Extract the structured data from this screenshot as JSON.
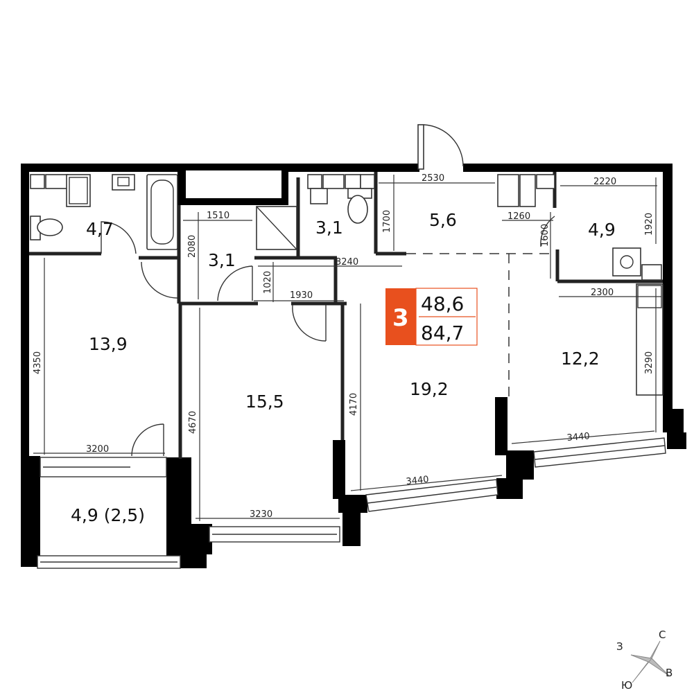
{
  "badge": {
    "rooms": "3",
    "living_area": "48,6",
    "total_area": "84,7",
    "accent_color": "#e8501e"
  },
  "rooms": {
    "bath_left": "4,7",
    "bath_mid": "3,1",
    "hall_small": "3,1",
    "hall_entry": "5,6",
    "bath_right": "4,9",
    "bedroom_left": "13,9",
    "bedroom_mid": "15,5",
    "living": "19,2",
    "kitchen": "12,2",
    "balcony": "4,9 (2,5)"
  },
  "dimensions": {
    "d1510": "1510",
    "d2080": "2080",
    "d3240": "3240",
    "d1020": "1020",
    "d1930": "1930",
    "d2530": "2530",
    "d1700": "1700",
    "d1260": "1260",
    "d1600": "1600",
    "d2220": "2220",
    "d1920": "1920",
    "d2300": "2300",
    "d3290": "3290",
    "d4350": "4350",
    "d3200": "3200",
    "d4670": "4670",
    "d3230": "3230",
    "d4170": "4170",
    "d3440a": "3440",
    "d3440b": "3440"
  },
  "compass": {
    "north": "С",
    "west": "З",
    "east": "В",
    "south": "Ю"
  }
}
